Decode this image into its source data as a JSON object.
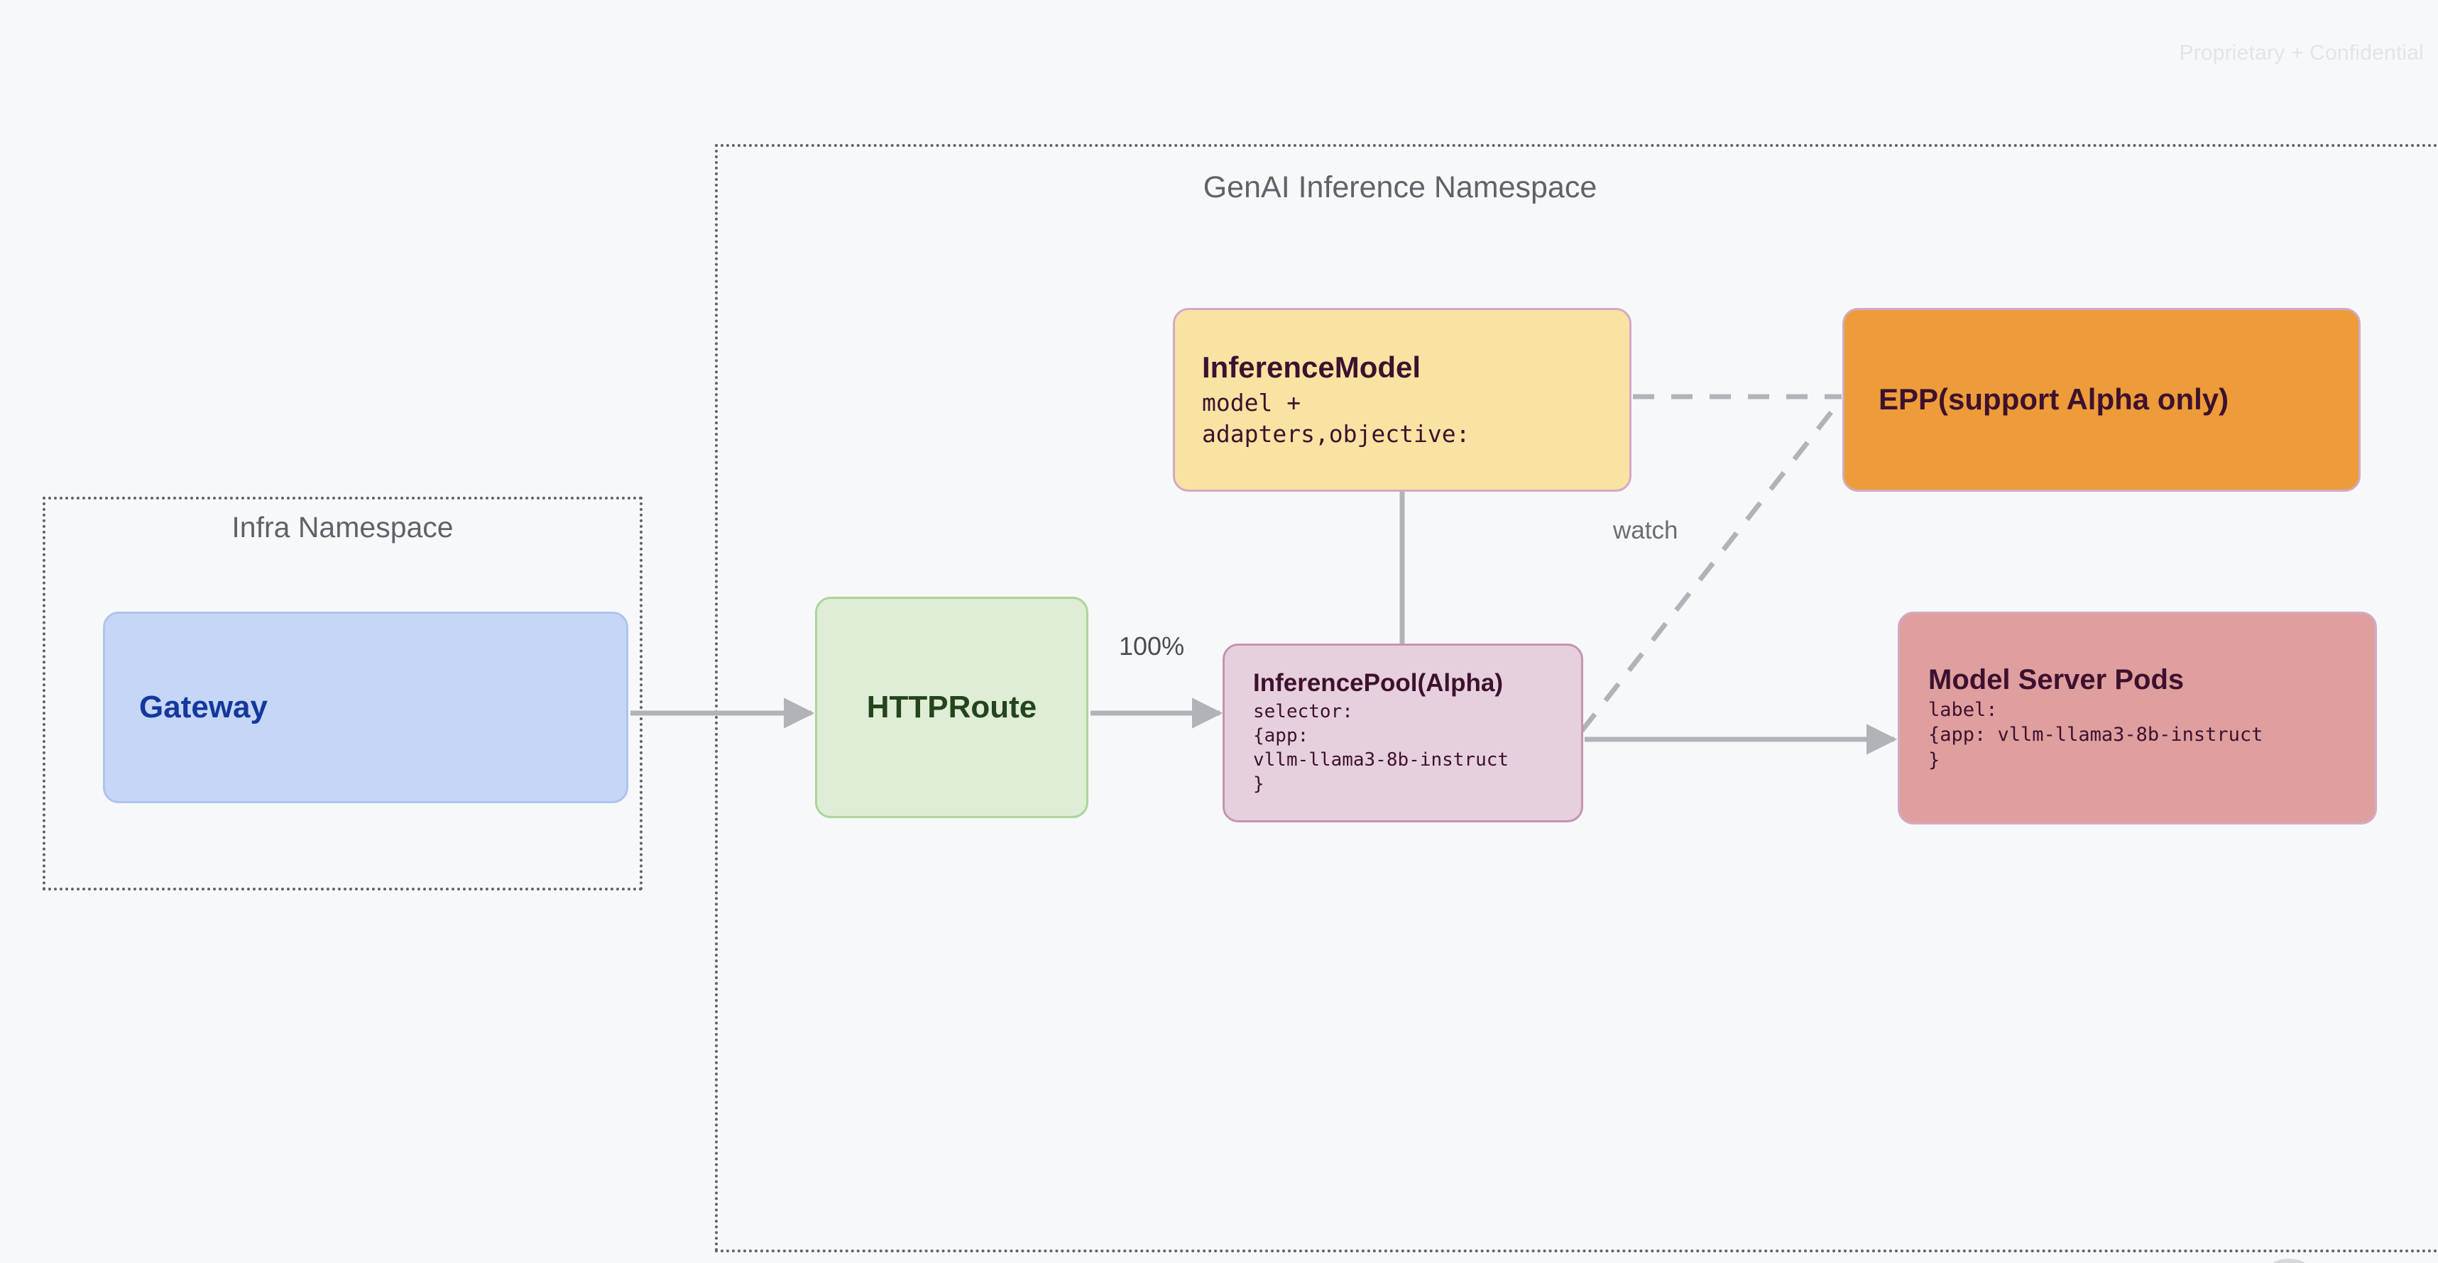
{
  "header": {
    "confidential_notice": "Proprietary + Confidential"
  },
  "namespaces": [
    {
      "id": "infra",
      "title": "Infra Namespace"
    },
    {
      "id": "genai",
      "title": "GenAI Inference Namespace"
    }
  ],
  "nodes": {
    "gateway": {
      "title": "Gateway",
      "fill": "#c5d6f7",
      "text_color": "#14389c"
    },
    "httproute": {
      "title": "HTTPRoute",
      "fill": "#dfecd6",
      "text_color": "#23441c"
    },
    "inference_model": {
      "title": "InferenceModel",
      "detail": "model +\nadapters,objective:",
      "fill": "#f9e3a2",
      "text_color": "#3d112e"
    },
    "inference_pool": {
      "title": "InferencePool(Alpha)",
      "detail": "selector:\n{app:\nvllm-llama3-8b-instruct\n}",
      "fill": "#e6d0dd",
      "text_color": "#3d112e"
    },
    "epp": {
      "title": "EPP(support Alpha only)",
      "fill": "#ed9c39",
      "text_color": "#3d112e"
    },
    "model_server_pods": {
      "title": "Model Server Pods",
      "detail": "label:\n{app: vllm-llama3-8b-instruct\n}",
      "fill": "#df9f9f",
      "text_color": "#3d112e"
    }
  },
  "edges": {
    "gateway_to_httproute": {
      "label": ""
    },
    "httproute_to_pool": {
      "label": "100%"
    },
    "model_to_epp": {
      "label": "watch",
      "style": "dashed"
    },
    "pool_to_epp": {
      "label": "",
      "style": "dashed"
    },
    "pool_to_pods": {
      "label": ""
    },
    "model_to_pool": {
      "label": "",
      "style": "solid"
    }
  },
  "colors": {
    "background": "#f7f8fa",
    "edge": "#b0b3b8",
    "namespace_border": "#5f6368",
    "namespace_title": "#5f6368",
    "confidential": "#e3e4e7"
  }
}
